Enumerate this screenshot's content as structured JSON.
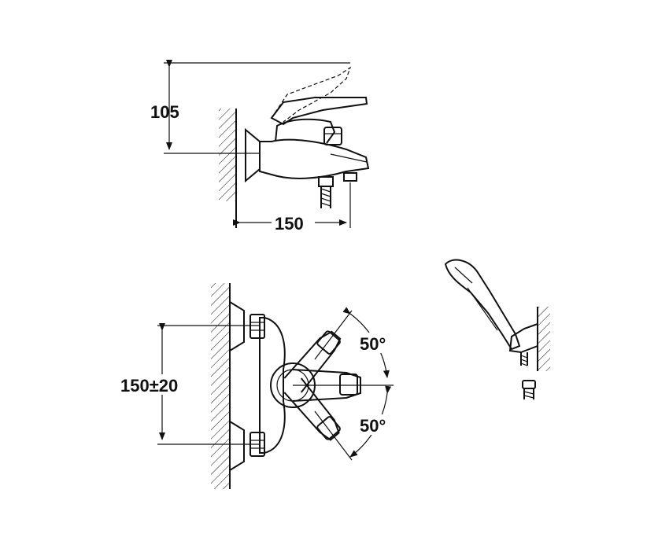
{
  "side_view": {
    "height_dim": "105",
    "width_dim": "150"
  },
  "front_view": {
    "spacing_dim": "150±20",
    "angle_upper": "50°",
    "angle_lower": "50°"
  },
  "shower_view": {}
}
